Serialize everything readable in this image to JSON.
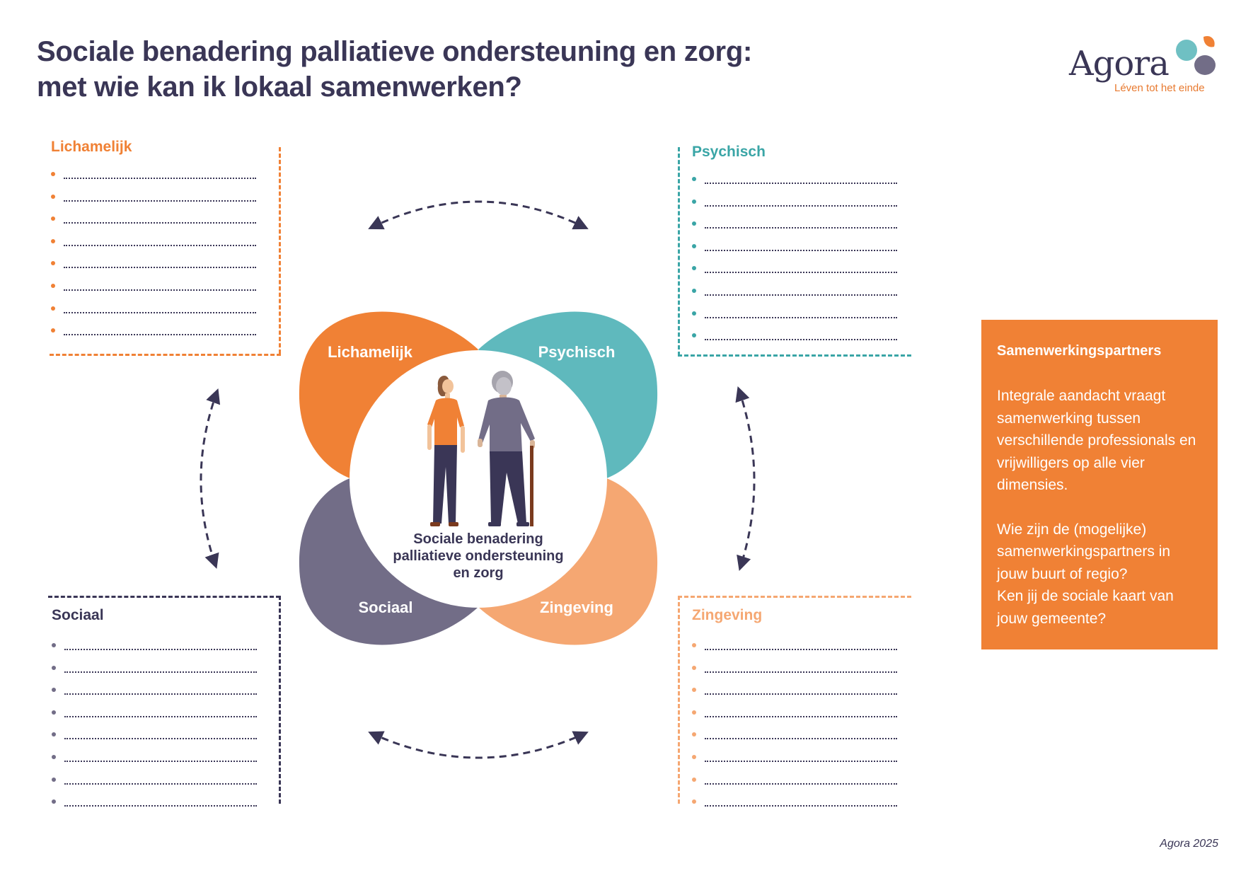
{
  "title": {
    "line1": "Sociale benadering palliatieve ondersteuning en zorg:",
    "line2": "met wie kan ik lokaal samenwerken?"
  },
  "logo": {
    "name": "Agora",
    "tagline": "Léven tot het einde"
  },
  "colors": {
    "navy": "#3a3656",
    "orange": "#f08135",
    "teal": "#5fb9bd",
    "purple": "#726d87",
    "peach": "#f5a772"
  },
  "lists": [
    {
      "id": "lichamelijk",
      "title": "Lichamelijk",
      "color": "#f08135",
      "item_count": 8
    },
    {
      "id": "psychisch",
      "title": "Psychisch",
      "color": "#3aa5a6",
      "item_count": 8
    },
    {
      "id": "sociaal",
      "title": "Sociaal",
      "color": "#726d87",
      "item_count": 8
    },
    {
      "id": "zingeving",
      "title": "Zingeving",
      "color": "#f5a772",
      "item_count": 8
    }
  ],
  "diagram": {
    "petals": {
      "top_left": "Lichamelijk",
      "top_right": "Psychisch",
      "bottom_left": "Sociaal",
      "bottom_right": "Zingeving"
    },
    "center": {
      "line1": "Sociale benadering",
      "line2": "palliatieve ondersteuning",
      "line3": "en zorg"
    }
  },
  "partners": {
    "title": "Samenwerkingspartners",
    "paragraph1": "Integrale aandacht vraagt samenwerking tussen verschillende professionals en vrijwilligers op alle vier dimensies.",
    "paragraph2": "Wie zijn de (mogelijke) samenwerkingspartners in jouw buurt of regio?",
    "paragraph3": "Ken jij de sociale kaart van jouw gemeente?"
  },
  "footer": "Agora 2025"
}
